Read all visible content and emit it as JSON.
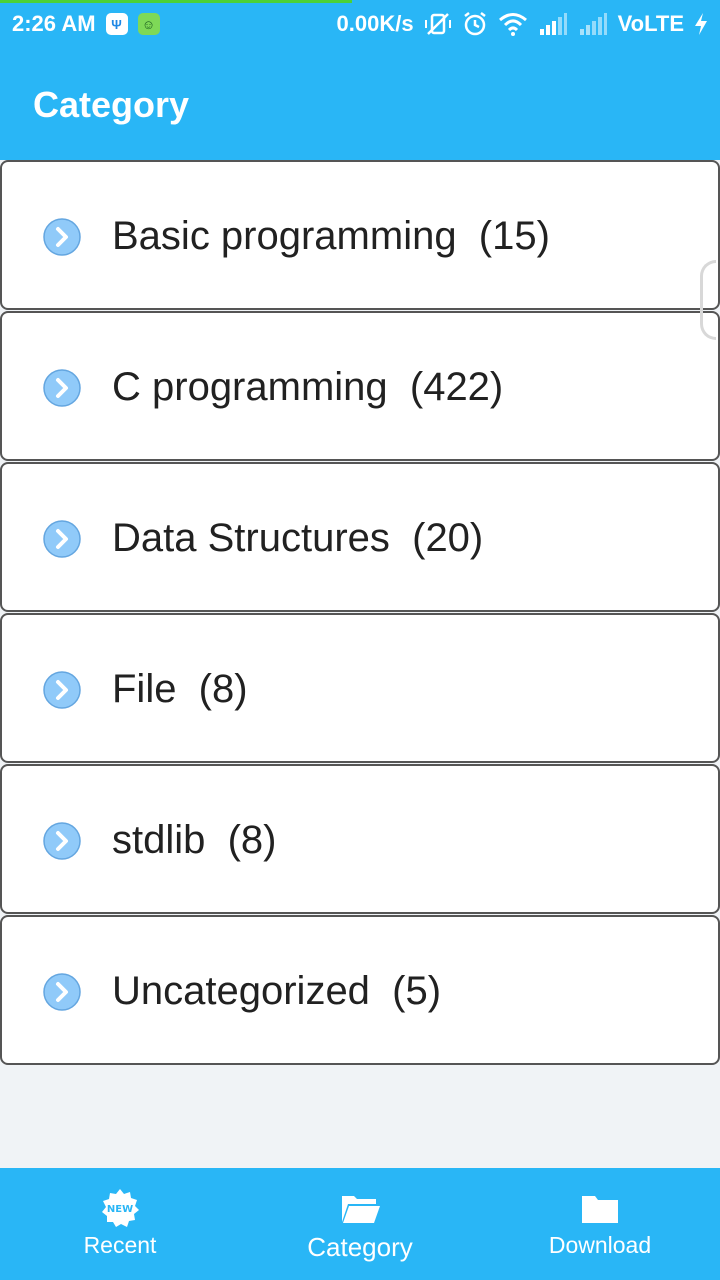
{
  "status_bar": {
    "time": "2:26 AM",
    "network_speed": "0.00K/s",
    "carrier": "VoLTE",
    "icons": [
      "usb-icon",
      "android-icon",
      "vibrate-off-icon",
      "alarm-icon",
      "wifi-icon",
      "signal-icon",
      "signal-icon",
      "charging-icon"
    ]
  },
  "app_bar": {
    "title": "Category"
  },
  "categories": [
    {
      "label": "Basic programming  (15)"
    },
    {
      "label": "C programming  (422)"
    },
    {
      "label": "Data Structures  (20)"
    },
    {
      "label": "File  (8)"
    },
    {
      "label": "stdlib  (8)"
    },
    {
      "label": "Uncategorized  (5)"
    }
  ],
  "bottom_nav": {
    "items": [
      {
        "label": "Recent",
        "icon": "new-badge-icon",
        "new_text": "NEW"
      },
      {
        "label": "Category",
        "icon": "folder-open-icon",
        "active": true
      },
      {
        "label": "Download",
        "icon": "folder-icon"
      }
    ]
  },
  "colors": {
    "primary": "#29b6f6",
    "icon_blue": "#90caf9",
    "text": "#212121",
    "background": "#f0f3f6"
  }
}
